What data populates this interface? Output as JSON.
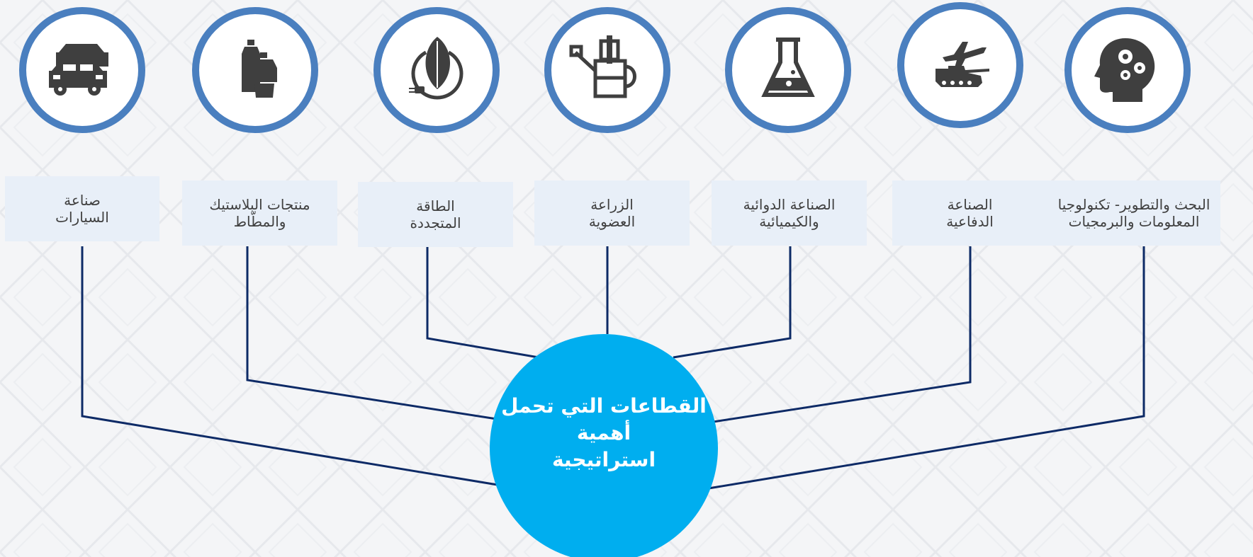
{
  "diagram": {
    "center": {
      "title": "القطاعات التي تحمل\nأهمية\nاستراتيجية"
    },
    "sectors": [
      {
        "id": "research-it",
        "label": "البحث والتطوير- تكنولوجيا\nالمعلومات والبرمجيات",
        "icon": "head-gears-icon"
      },
      {
        "id": "defense",
        "label": "الصناعة\nالدفاعية",
        "icon": "plane-tank-icon"
      },
      {
        "id": "pharma-chem",
        "label": "الصناعة الدوائية\nوالكيميائية",
        "icon": "flask-icon"
      },
      {
        "id": "organic-agri",
        "label": "الزراعة\nالعضوية",
        "icon": "watering-can-icon"
      },
      {
        "id": "renewable",
        "label": "الطاقة\nالمتجددة",
        "icon": "leaf-plug-icon"
      },
      {
        "id": "plastics-rubber",
        "label": "منتجات البلاستيك\nوالمطّاط",
        "icon": "bottles-icon"
      },
      {
        "id": "automotive",
        "label": "صناعة\nالسيارات",
        "icon": "cars-icon"
      }
    ],
    "colors": {
      "ring": "#4a7fbf",
      "icon": "#3f3f3f",
      "label_bg": "#e8eff8",
      "connector": "#0d2a66",
      "center": "#00aeef",
      "center_text": "#ffffff"
    }
  }
}
